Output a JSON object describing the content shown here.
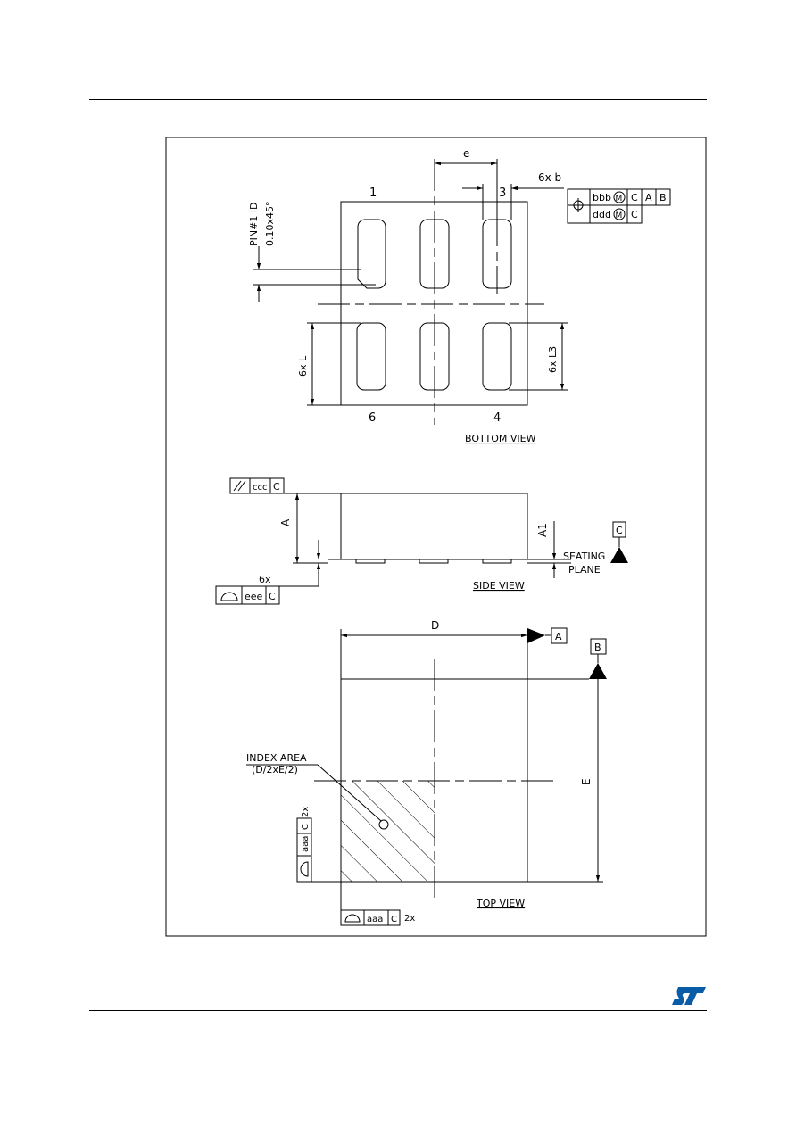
{
  "labels": {
    "e": "e",
    "six_x_b": "6x b",
    "pin_one": "1",
    "pin_three": "3",
    "pin_six": "6",
    "pin_four": "4",
    "pin1_id": "PIN#1 ID",
    "chamfer": "0.10x45°",
    "six_x_l": "6x L",
    "six_x_l3": "6x L3",
    "bottom_view": "BOTTOM VIEW",
    "dim_a": "A",
    "dim_a1": "A1",
    "seating": "SEATING",
    "plane": "PLANE",
    "six_x": "6x",
    "side_view": "SIDE VIEW",
    "dim_d": "D",
    "datum_a": "A",
    "datum_b": "B",
    "datum_c": "C",
    "index_area": "INDEX AREA",
    "index_formula": "(D/2xE/2)",
    "dim_e": "E",
    "two_x_left": "2x",
    "two_x_bottom": "2x",
    "top_view": "TOP VIEW"
  },
  "tolerance_frames": {
    "position_row1": [
      "bbb",
      "C",
      "A",
      "B"
    ],
    "position_row2": [
      "ddd",
      "C"
    ],
    "parallelism": [
      "ccc",
      "C"
    ],
    "coplanarity": [
      "eee",
      "C"
    ],
    "profile_left": [
      "aaa",
      "C"
    ],
    "profile_bottom": [
      "aaa",
      "C"
    ]
  },
  "colors": {
    "line": "#000000",
    "logo": "#0a5ca8"
  },
  "icons": {
    "logo": "st-logo-icon",
    "position": "position-symbol-icon",
    "parallel": "parallelism-symbol-icon",
    "profile": "surface-profile-symbol-icon",
    "modifier": "mmc-modifier-icon"
  }
}
